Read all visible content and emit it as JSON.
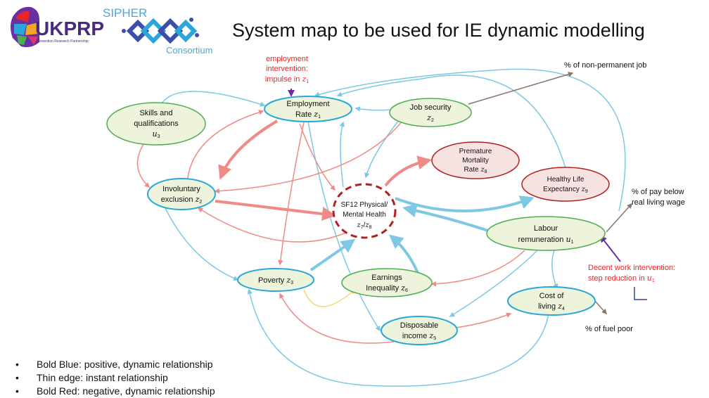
{
  "header": {
    "title": "System map to be used for IE dynamic modelling",
    "logo_ukprp": "UKPRP",
    "logo_ukprp_sub": "Prevention Research Partnership",
    "logo_sipher": "SIPHER",
    "logo_sipher_sub": "Consortium"
  },
  "nodes": {
    "employment": {
      "line1": "Employment",
      "line2": "Rate",
      "var": "z",
      "sub": "1"
    },
    "job_security": {
      "line1": "Job security",
      "var": "z",
      "sub": "2"
    },
    "skills": {
      "line1": "Skills and",
      "line2": "qualifications",
      "var": "u",
      "sub": "3"
    },
    "involuntary": {
      "line1": "Involuntary",
      "line2": "exclusion",
      "var": "z",
      "sub": "2"
    },
    "premature": {
      "line1": "Premature",
      "line2": "Mortality",
      "line3": "Rate",
      "var": "z",
      "sub": "8"
    },
    "healthy": {
      "line1": "Healthy Life",
      "line2": "Expectancy",
      "var": "z",
      "sub": "9"
    },
    "sf12": {
      "line1": "SF12 Physical/",
      "line2": "Mental Health",
      "var_a": "z",
      "sub_a": "7",
      "var_b": "z",
      "sub_b": "8"
    },
    "labour": {
      "line1": "Labour",
      "line2": "remuneration",
      "var": "u",
      "sub": "1"
    },
    "poverty": {
      "line1": "Poverty",
      "var": "z",
      "sub": "3"
    },
    "earnings": {
      "line1": "Earnings",
      "line2": "Inequality",
      "var": "z",
      "sub": "6"
    },
    "cost": {
      "line1": "Cost of",
      "line2": "living",
      "var": "z",
      "sub": "4"
    },
    "disposable": {
      "line1": "Disposable",
      "line2": "income",
      "var": "z",
      "sub": "5"
    }
  },
  "annotations": {
    "employment_intervention_1": "employment",
    "employment_intervention_2": "intervention:",
    "employment_intervention_3": "impulse in",
    "employment_intervention_var": "z",
    "employment_intervention_sub": "1",
    "non_permanent": "% of non-permanent job",
    "pay_below_1": "% of pay below",
    "pay_below_2": "real living wage",
    "decent_work_1": "Decent work intervention:",
    "decent_work_2": "step reduction in",
    "decent_work_var": "u",
    "decent_work_sub": "1",
    "fuel_poor": "% of fuel poor"
  },
  "legend": [
    "Bold Blue: positive, dynamic relationship",
    "Thin edge: instant relationship",
    "Bold Red: negative, dynamic relationship"
  ],
  "colors": {
    "blue_edge": "#7ec8e3",
    "red_edge": "#f08a86",
    "brown_edge": "#8b7566",
    "yellow_edge": "#f5d76e",
    "green_node_fill": "#eef3dc",
    "green_node_stroke": "#4caf50",
    "blue_node_stroke": "#29a9d8",
    "red_node_fill": "#f7e2e2",
    "red_node_stroke": "#b02020",
    "annotation_red": "#e8262a",
    "intervention_purple": "#6a2fa0"
  }
}
